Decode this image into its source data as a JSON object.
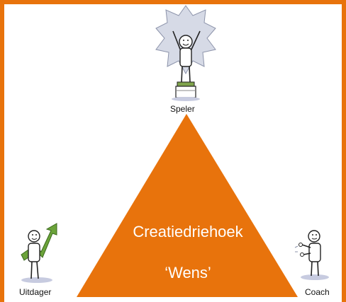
{
  "roles": {
    "top": "Speler",
    "left": "Uitdager",
    "right": "Coach"
  },
  "triangle": {
    "title": "Creatiedriehoek",
    "subtitle": "‘Wens’"
  },
  "colors": {
    "accent": "#E8730C",
    "burst": "#D6DAE6",
    "arrow": "#6BA33A",
    "shadow": "#C7CBE0"
  },
  "icons": [
    "cheering-figure-icon",
    "arrow-figure-icon",
    "coach-figure-icon"
  ]
}
